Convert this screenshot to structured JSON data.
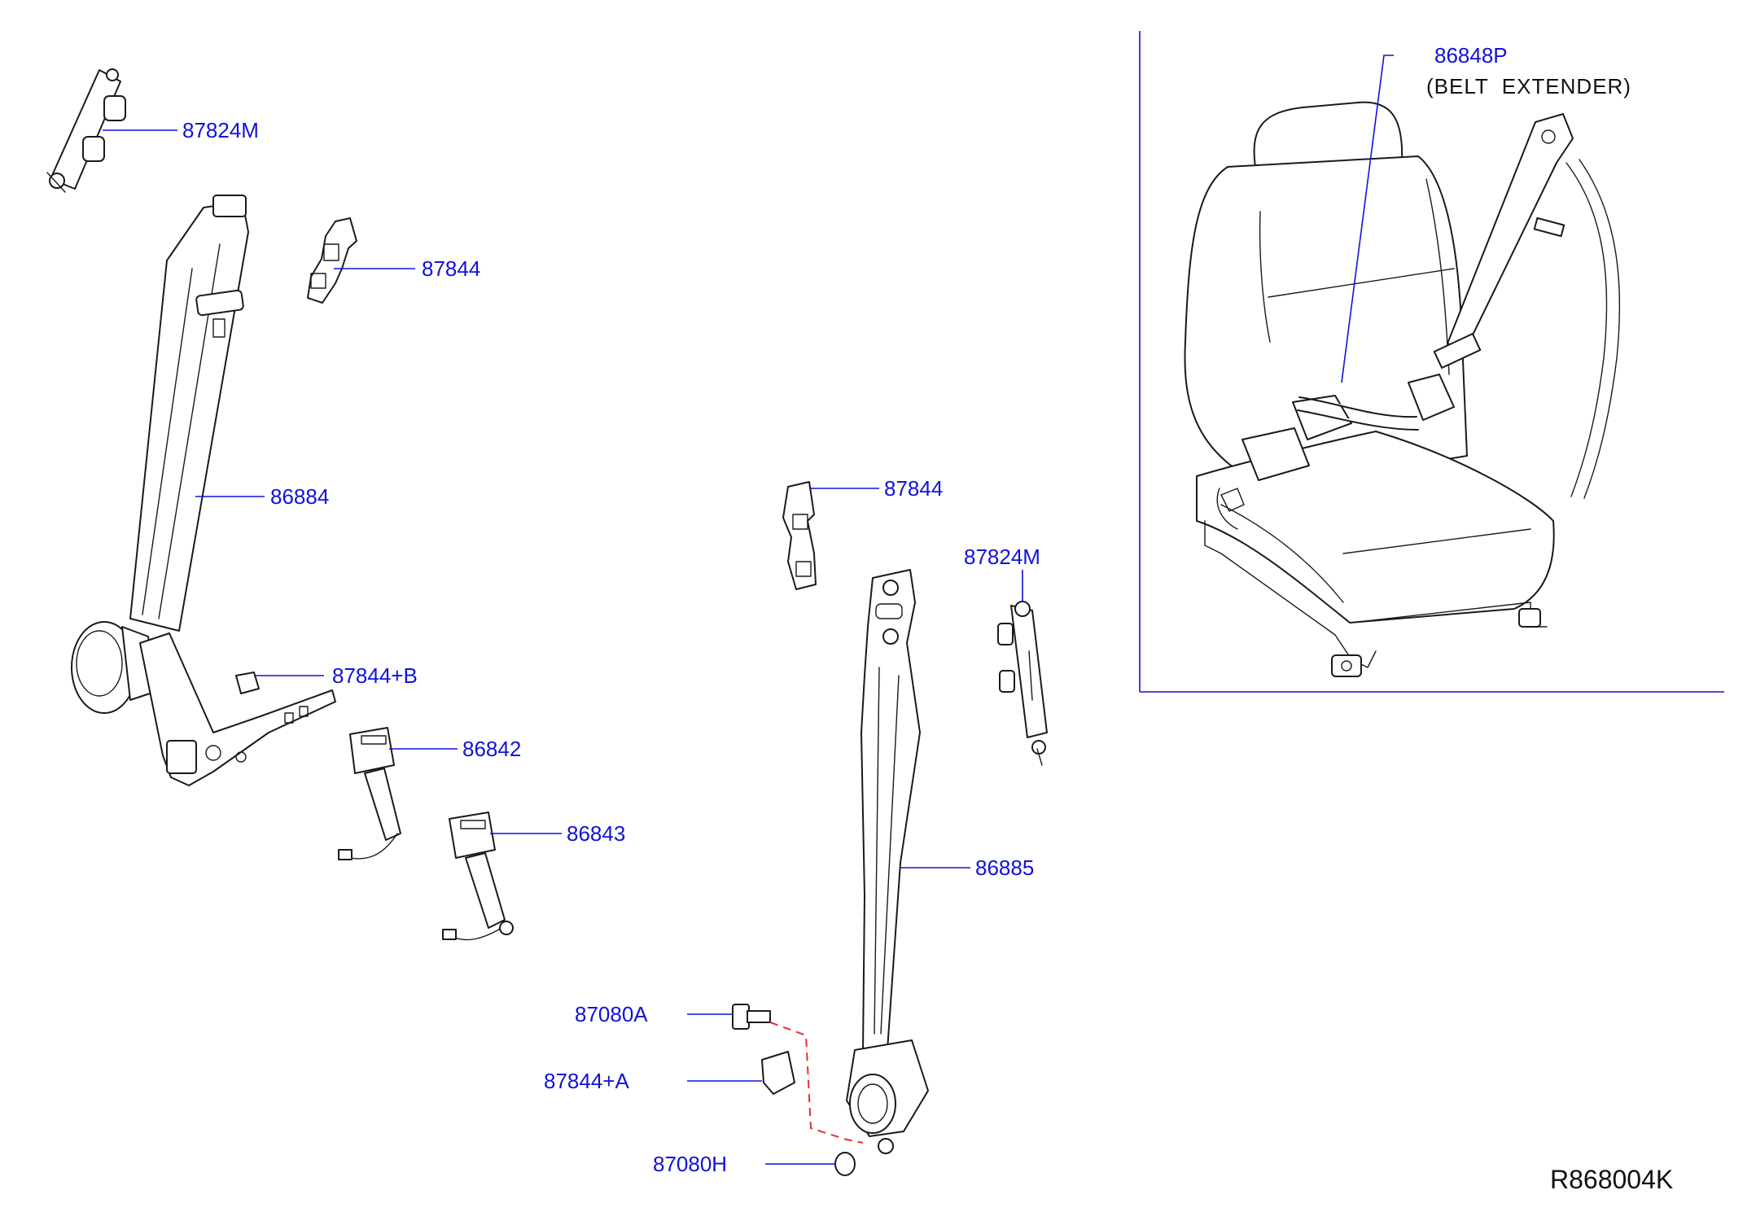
{
  "diagram": {
    "reference_code": "R868004K",
    "parts": {
      "p87824M_top": "87824M",
      "p87844_top": "87844",
      "p86884": "86884",
      "p87844B": "87844+B",
      "p86842": "86842",
      "p86843": "86843",
      "p87844_mid": "87844",
      "p87824M_mid": "87824M",
      "p86885": "86885",
      "p87080A": "87080A",
      "p87844A": "87844+A",
      "p87080H": "87080H",
      "p86848P": "86848P"
    },
    "inset_note": "(BELT  EXTENDER)",
    "colors": {
      "label": "#1212d8",
      "line_art": "#1a1a1a",
      "dashed_guide": "#e23232"
    }
  }
}
